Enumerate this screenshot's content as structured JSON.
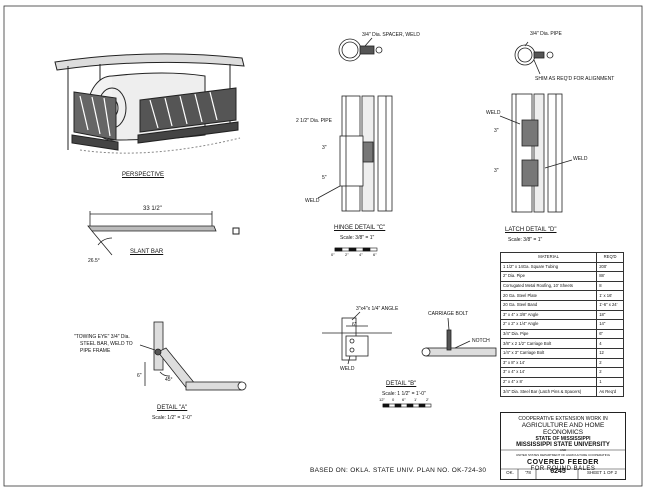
{
  "perspective": {
    "label": "PERSPECTIVE"
  },
  "slant_bar": {
    "dim_length": "33 1/2\"",
    "angle": "26.5°",
    "label": "SLANT BAR"
  },
  "hinge_detail": {
    "spacer_note": "3/4\" Dia. SPACER, WELD",
    "pipe_note": "2 1/2\" Dia. PIPE",
    "dim1": "3\"",
    "dim2": "5\"",
    "weld": "WELD",
    "label": "HINGE DETAIL \"C\"",
    "scale": "Scale: 3/8\" = 1\"",
    "scale_ticks": [
      "0\"",
      "2\"",
      "4\"",
      "6\""
    ]
  },
  "latch_detail": {
    "pipe_note": "3/4\" Dia. PIPE",
    "shim_note": "SHIM AS REQ'D FOR ALIGNMENT",
    "weld_top": "WELD",
    "weld_side": "WELD",
    "dim1": "3\"",
    "dim2": "3\"",
    "label": "LATCH DETAIL \"D\"",
    "scale": "Scale: 3/8\" = 1\""
  },
  "detail_a": {
    "note": [
      "\"TOWING EYE\" 3/4\" Dia.",
      "STEEL BAR, WELD TO",
      "PIPE FRAME"
    ],
    "dim": "6\"",
    "angle": "45°",
    "label": "DETAIL \"A\"",
    "scale": "Scale: 1/2\" = 1'-0\""
  },
  "detail_b": {
    "angle_note": "3\"x4\"x 1/4\" ANGLE",
    "dim": "6\"",
    "weld": "WELD",
    "bolt_note": "CARRIAGE BOLT",
    "notch": "NOTCH",
    "label": "DETAIL \"B\"",
    "scale": "Scale: 1 1/2\" = 1'-0\"",
    "scale_ticks": [
      "12\"",
      "0",
      "6\"",
      "1'",
      "2'"
    ]
  },
  "materials": {
    "headers": [
      "MATERIAL",
      "REQ'D"
    ],
    "rows": [
      [
        "1 1/2\" x 14Ga. Square Tubing",
        "200'"
      ],
      [
        "2\" Dia. Pipe",
        "88'"
      ],
      [
        "Corrugated Metal Roofing, 10' Sheets",
        "8"
      ],
      [
        "20 Ga. Steel Plate",
        "1' x 16'"
      ],
      [
        "20 Ga. Steel Band",
        "1'-6\" x 24'"
      ],
      [
        "3\" x 4\" x 3/8\" Angle",
        "18\""
      ],
      [
        "2\" x 2\" x 1/4\" Angle",
        "14\""
      ],
      [
        "3/4\" Dia. Pipe",
        "6\""
      ],
      [
        "3/8\" x 2 1/2\" Carriage Bolt",
        "4"
      ],
      [
        "1/4\" x 3\" Carriage Bolt",
        "12"
      ],
      [
        "3\" x 8\" x 14'",
        "2"
      ],
      [
        "3\" x 4\" x 14'",
        "2"
      ],
      [
        "2\" x 4\" x 8'",
        "1"
      ],
      [
        "3/4\" Dia. Steel Bar (Latch Pins & Spacers)",
        "As Req'd"
      ]
    ]
  },
  "title_block": {
    "line1": "COOPERATIVE EXTENSION WORK IN",
    "line2": "AGRICULTURE AND HOME ECONOMICS",
    "line3": "STATE OF MISSISSIPPI",
    "line4": "MISSISSIPPI STATE UNIVERSITY",
    "line5": "AND",
    "line6": "UNITED STATES DEPARTMENT OF AGRICULTURE COOPERATING",
    "title1": "COVERED FEEDER",
    "title2": "FOR ROUND BALES",
    "cell_a": "OK.",
    "cell_b": "'78",
    "plan_no": "6245",
    "sheet": "SHEET 1 OF 2"
  },
  "footer": {
    "based_on": "BASED ON: OKLA. STATE UNIV. PLAN NO. OK-724-30"
  }
}
